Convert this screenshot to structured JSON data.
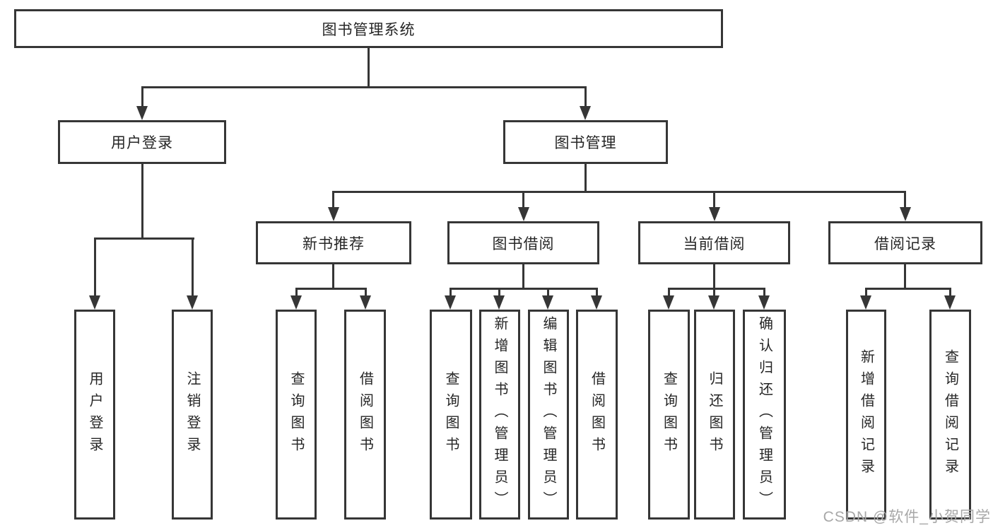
{
  "colors": {
    "line": "#363636",
    "text": "#262626",
    "watermark": "#a8a8a8",
    "background": "#ffffff"
  },
  "nodes": {
    "root": {
      "label": "图书管理系统"
    },
    "level2": [
      {
        "label": "用户登录"
      },
      {
        "label": "图书管理"
      }
    ],
    "level3": [
      {
        "label": "新书推荐"
      },
      {
        "label": "图书借阅"
      },
      {
        "label": "当前借阅"
      },
      {
        "label": "借阅记录"
      }
    ],
    "leaves": {
      "login": [
        {
          "label": "用户登录"
        },
        {
          "label": "注销登录"
        }
      ],
      "recommend": [
        {
          "label": "查询图书"
        },
        {
          "label": "借阅图书"
        }
      ],
      "borrow": [
        {
          "label": "查询图书"
        },
        {
          "label": "新增图书（管理员）"
        },
        {
          "label": "编辑图书（管理员）"
        },
        {
          "label": "借阅图书"
        }
      ],
      "current": [
        {
          "label": "查询图书"
        },
        {
          "label": "归还图书"
        },
        {
          "label": "确认归还（管理员）"
        }
      ],
      "records": [
        {
          "label": "新增借阅记录"
        },
        {
          "label": "查询借阅记录"
        }
      ]
    }
  },
  "watermark": {
    "text": "CSDN @软件_小贺同学"
  }
}
